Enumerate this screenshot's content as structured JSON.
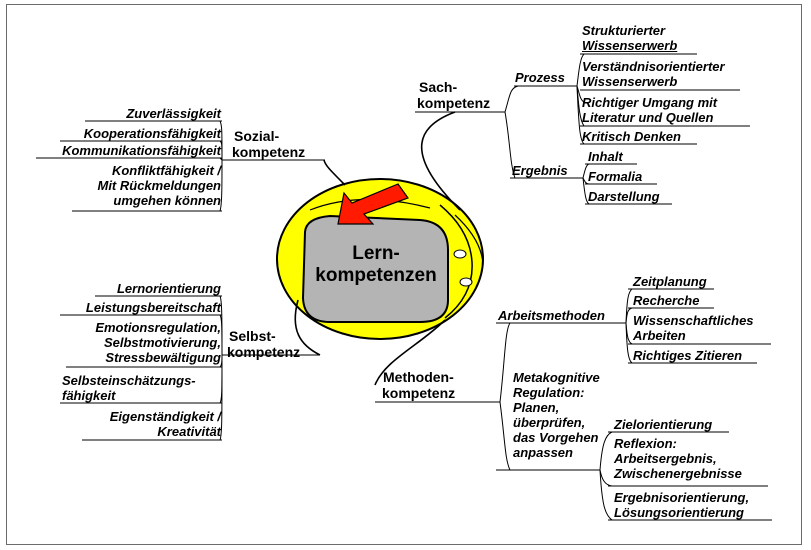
{
  "center": {
    "line1": "Lern-",
    "line2": "kompetenzen"
  },
  "sach": {
    "title1": "Sach-",
    "title2": "kompetenz",
    "prozess": {
      "label": "Prozess",
      "items": [
        [
          "Strukturierter",
          "Wissenserwerb"
        ],
        [
          "Verständnisorientierter",
          "Wissenserwerb"
        ],
        [
          "Richtiger Umgang mit",
          "Literatur und Quellen"
        ],
        [
          "Kritisch Denken"
        ]
      ]
    },
    "ergebnis": {
      "label": "Ergebnis",
      "items": [
        "Inhalt",
        "Formalia",
        "Darstellung"
      ]
    }
  },
  "sozial": {
    "title1": "Sozial-",
    "title2": "kompetenz",
    "items": [
      [
        "Zuverlässigkeit"
      ],
      [
        "Kooperationsfähigkeit"
      ],
      [
        "Kommunikationsfähigkeit"
      ],
      [
        "Konfliktfähigkeit /",
        "Mit Rückmeldungen",
        "umgehen können"
      ]
    ]
  },
  "selbst": {
    "title1": "Selbst-",
    "title2": "kompetenz",
    "items": [
      [
        "Lernorientierung"
      ],
      [
        "Leistungsbereitschaft"
      ],
      [
        "Emotionsregulation,",
        "Selbstmotivierung,",
        "Stressbewältigung"
      ],
      [
        "Selbsteinschätzungs-",
        "fähigkeit"
      ],
      [
        "Eigenständigkeit /",
        "Kreativität"
      ]
    ]
  },
  "methoden": {
    "title1": "Methoden-",
    "title2": "kompetenz",
    "arbeitsmethoden": {
      "label": "Arbeitsmethoden",
      "items": [
        [
          "Zeitplanung"
        ],
        [
          "Recherche"
        ],
        [
          "Wissenschaftliches",
          "Arbeiten"
        ],
        [
          "Richtiges Zitieren"
        ]
      ]
    },
    "metakognitiv": {
      "label": [
        "Metakognitive",
        "Regulation:",
        "Planen,",
        "überprüfen,",
        "das Vorgehen",
        "anpassen"
      ],
      "items": [
        [
          "Zielorientierung"
        ],
        [
          "Reflexion:",
          "Arbeitsergebnis,",
          "Zwischenergebnisse"
        ],
        [
          "Ergebnisorientierung,",
          "Lösungsorientierung"
        ]
      ]
    }
  },
  "colors": {
    "helmet": "#ffff00",
    "visor": "#b4b4b4",
    "arrow": "#ff1a00",
    "line": "#000000"
  }
}
